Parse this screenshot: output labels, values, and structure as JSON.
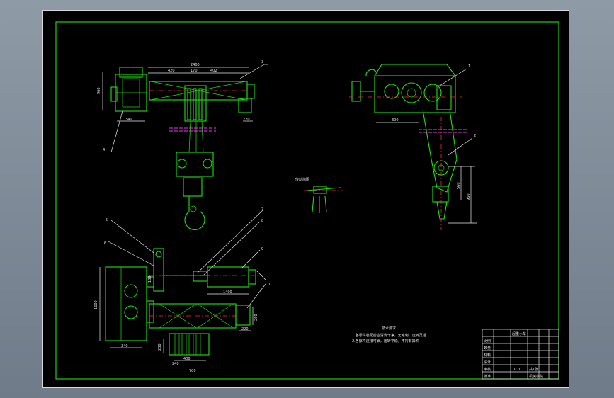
{
  "drawing": {
    "colors": {
      "frame": "#22e012",
      "line": "#22e012",
      "dim": "#e8e8e8",
      "center": "#ff2a2a",
      "hatch": "#e040e0",
      "background": "#000000"
    },
    "dimensions": {
      "top_overall": "2400",
      "top_left": "420",
      "top_mid": "170",
      "top_right": "402",
      "left_height": "960",
      "left_width": "340",
      "right_small": "220",
      "side_bottom": "300",
      "side_h1": "560",
      "side_h2": "960",
      "plan_motor": "1400",
      "plan_left_h": "1600",
      "plan_left_w": "340",
      "plan_right_h": "260",
      "plan_right_w": "220",
      "small_v": "180",
      "drum_h": "200",
      "drum_w": "400",
      "drum_left": "240",
      "drum_bottom": "700"
    },
    "leaders": [
      "1",
      "2",
      "3",
      "4",
      "5",
      "6",
      "7",
      "8",
      "9",
      "10"
    ],
    "detail_label": "传动简图",
    "notes": {
      "title": "技术要求",
      "line1": "1.各零件装配前应清洗干净，无毛刺，运转灵活",
      "line2": "2.各部件连接可靠，运转平稳，不得有异响"
    },
    "title_block": {
      "name": "起重小车",
      "row1": "比例",
      "row2": "数量",
      "row3": "材料",
      "row4": "设计",
      "row5": "审核",
      "row6": "批准",
      "scale": "1:10",
      "sheet": "共1张",
      "school": "机械学院"
    }
  }
}
